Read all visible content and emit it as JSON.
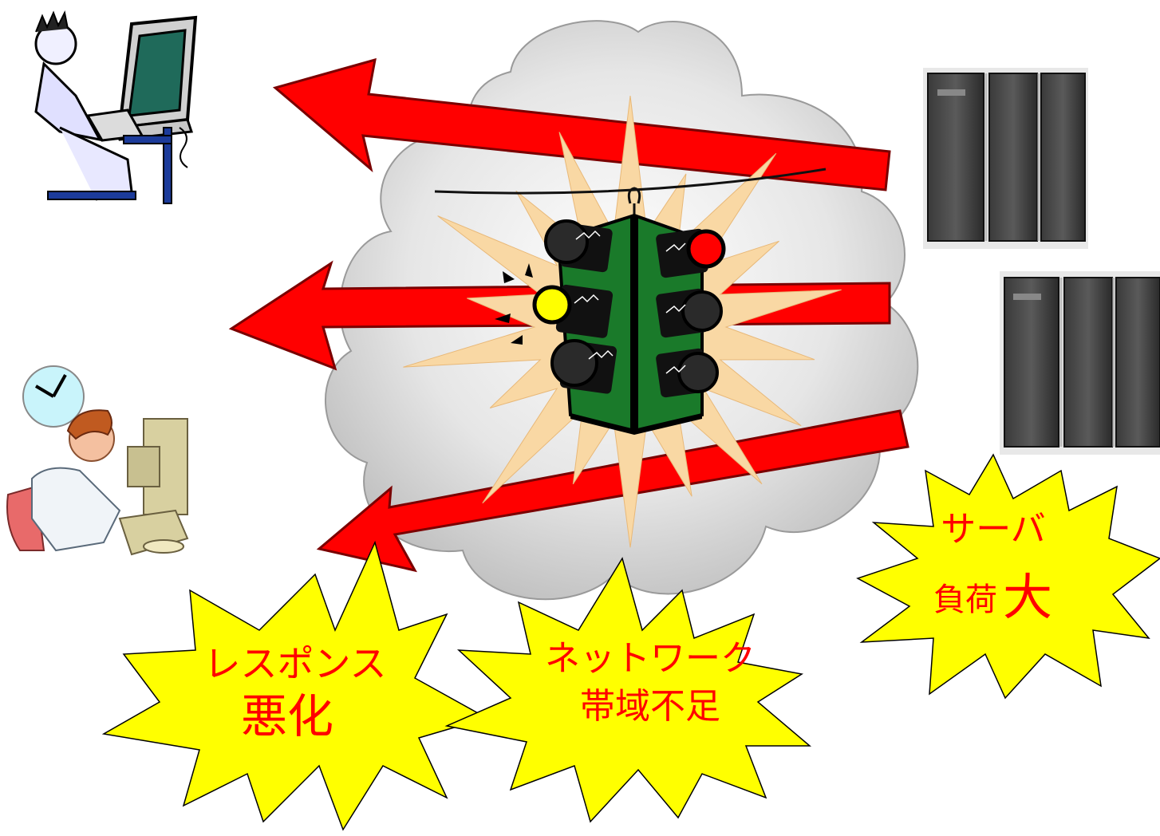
{
  "labels": {
    "response_line1": "レスポンス",
    "response_line2": "悪化",
    "network_line1": "ネットワーク",
    "network_line2": "帯域不足",
    "server_line1": "サーバ",
    "server_line2a": "負荷",
    "server_line2b": "大"
  },
  "colors": {
    "arrow": "#ff0000",
    "burst": "#ffff00",
    "label_text": "#ff0000",
    "signal_body": "#1a7a2a",
    "signal_red": "#ff0000",
    "signal_yellow": "#ffff00",
    "starburst": "#f9d8a4",
    "cloud": "#d8d8d8"
  },
  "icons": [
    "user-at-computer-icon",
    "waiting-user-clock-icon",
    "server-rack-icon",
    "traffic-light-icon",
    "cloud-network-icon"
  ]
}
